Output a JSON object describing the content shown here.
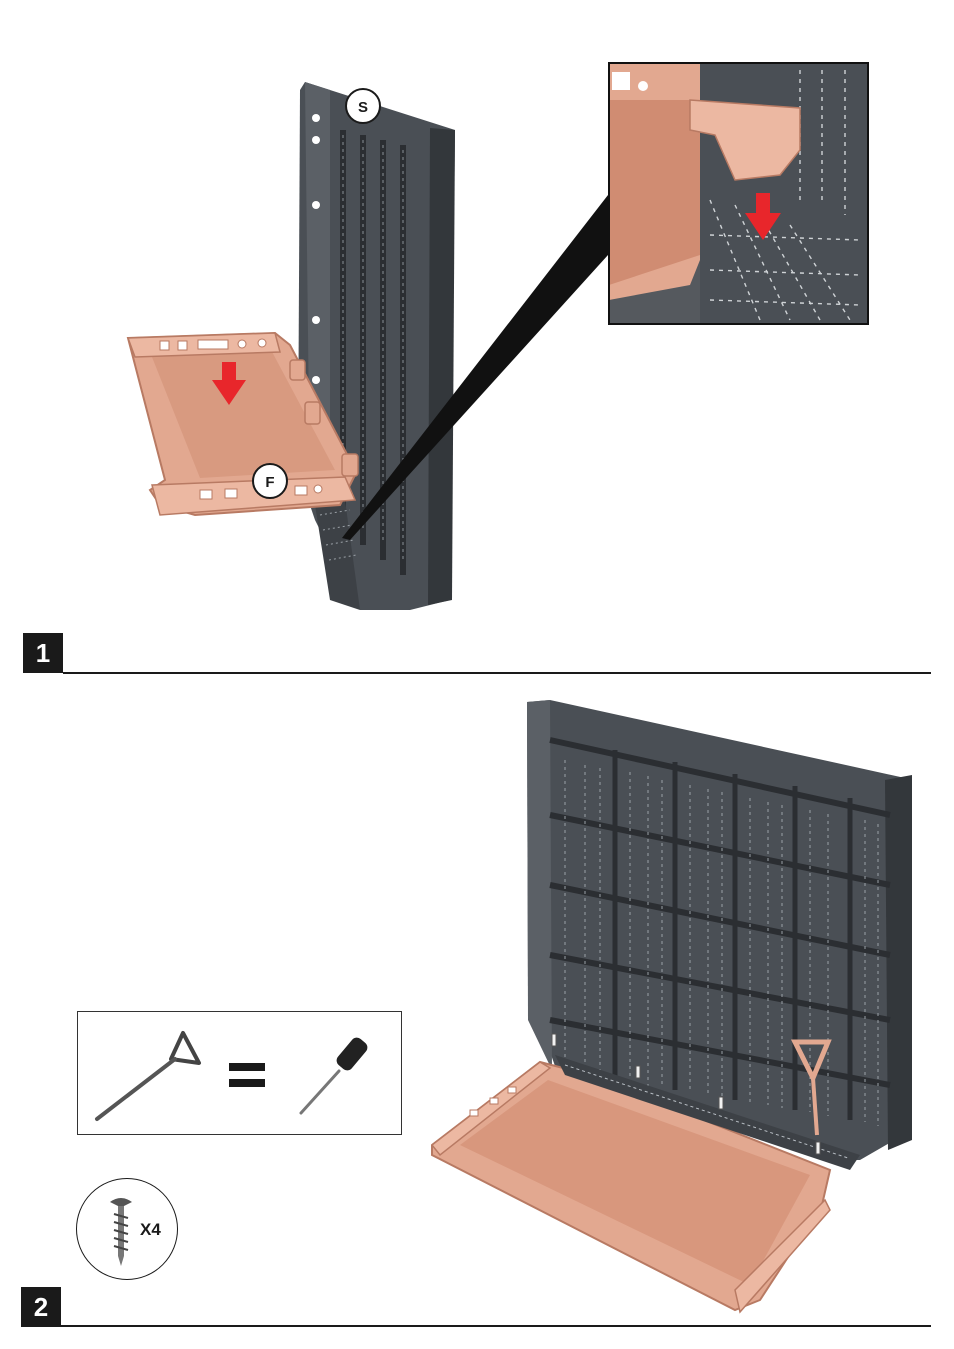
{
  "step1": {
    "number": "1",
    "callout_s": "S",
    "callout_f": "F"
  },
  "step2": {
    "number": "2",
    "screw_quantity": "X4"
  },
  "colors": {
    "panel": "#4a4f55",
    "panel_dark": "#33373b",
    "tray": "#e2a890",
    "tray_edge": "#b87a63",
    "arrow": "#e8262b",
    "ink": "#1a1a1a"
  },
  "icons": [
    "down-arrow-icon",
    "allen-key-icon",
    "screwdriver-icon",
    "equals-icon",
    "screw-icon"
  ]
}
